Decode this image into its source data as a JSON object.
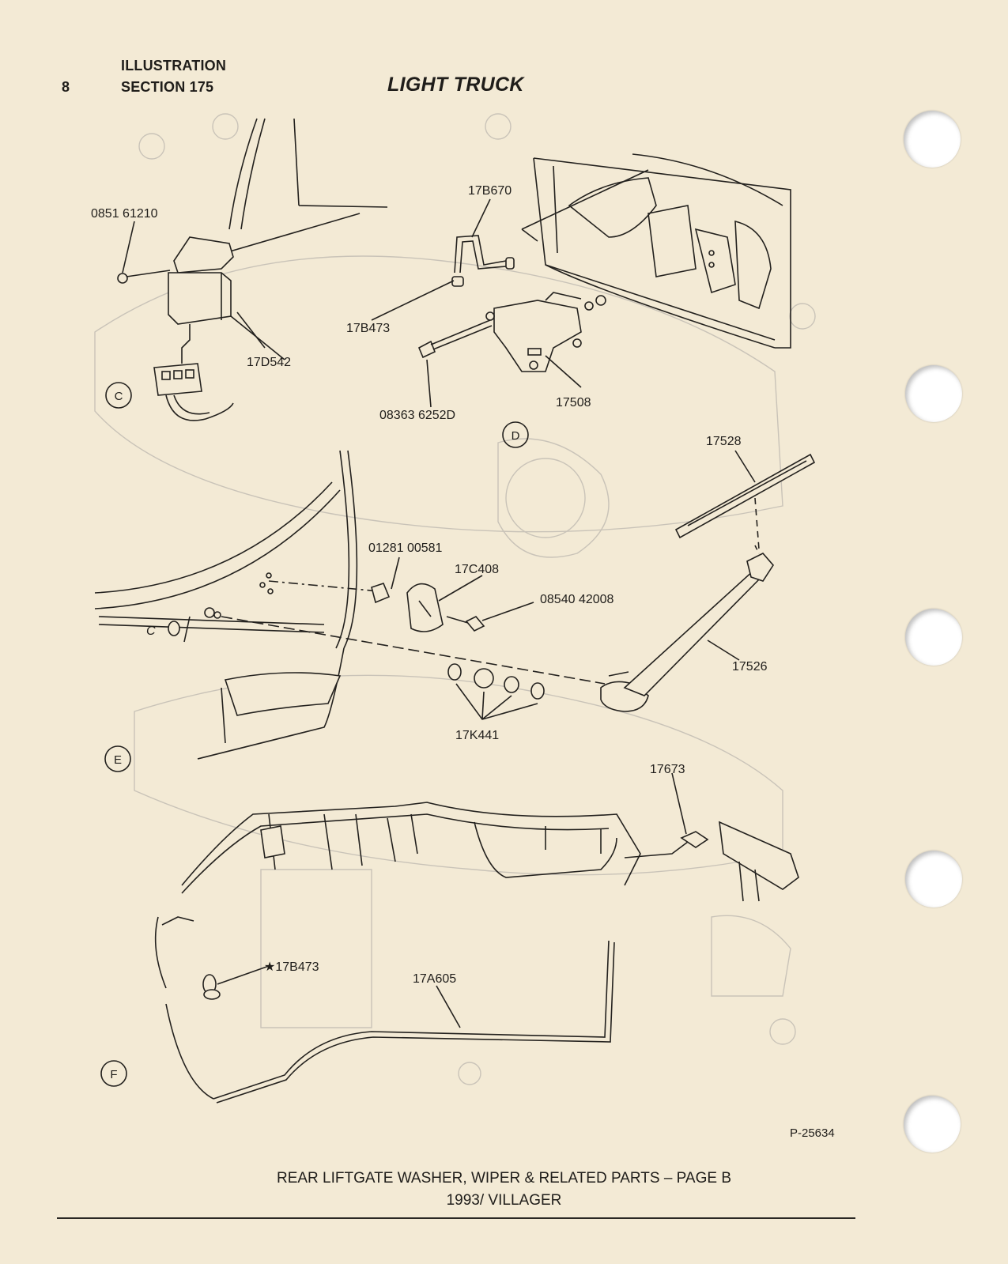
{
  "header": {
    "page_number": "8",
    "illustration": "ILLUSTRATION",
    "section": "SECTION 175",
    "title": "LIGHT TRUCK"
  },
  "callouts": {
    "p0851_61210": "0851 61210",
    "p17D542": "17D542",
    "p17B670": "17B670",
    "p17B473": "17B473",
    "p08363_6252D": "08363 6252D",
    "p17508": "17508",
    "p17528": "17528",
    "p01281_00581": "01281 00581",
    "p17C408": "17C408",
    "p08540_42008": "08540 42008",
    "p17526": "17526",
    "p17K441": "17K441",
    "p17673": "17673",
    "p17B473_star": "★17B473",
    "p17A605": "17A605",
    "c_label": "C"
  },
  "view_markers": {
    "C": "C",
    "D": "D",
    "E": "E",
    "F": "F"
  },
  "figure_number": "P-25634",
  "caption": {
    "line1": "REAR LIFTGATE WASHER, WIPER & RELATED PARTS – PAGE B",
    "line2": "1993/ VILLAGER"
  }
}
